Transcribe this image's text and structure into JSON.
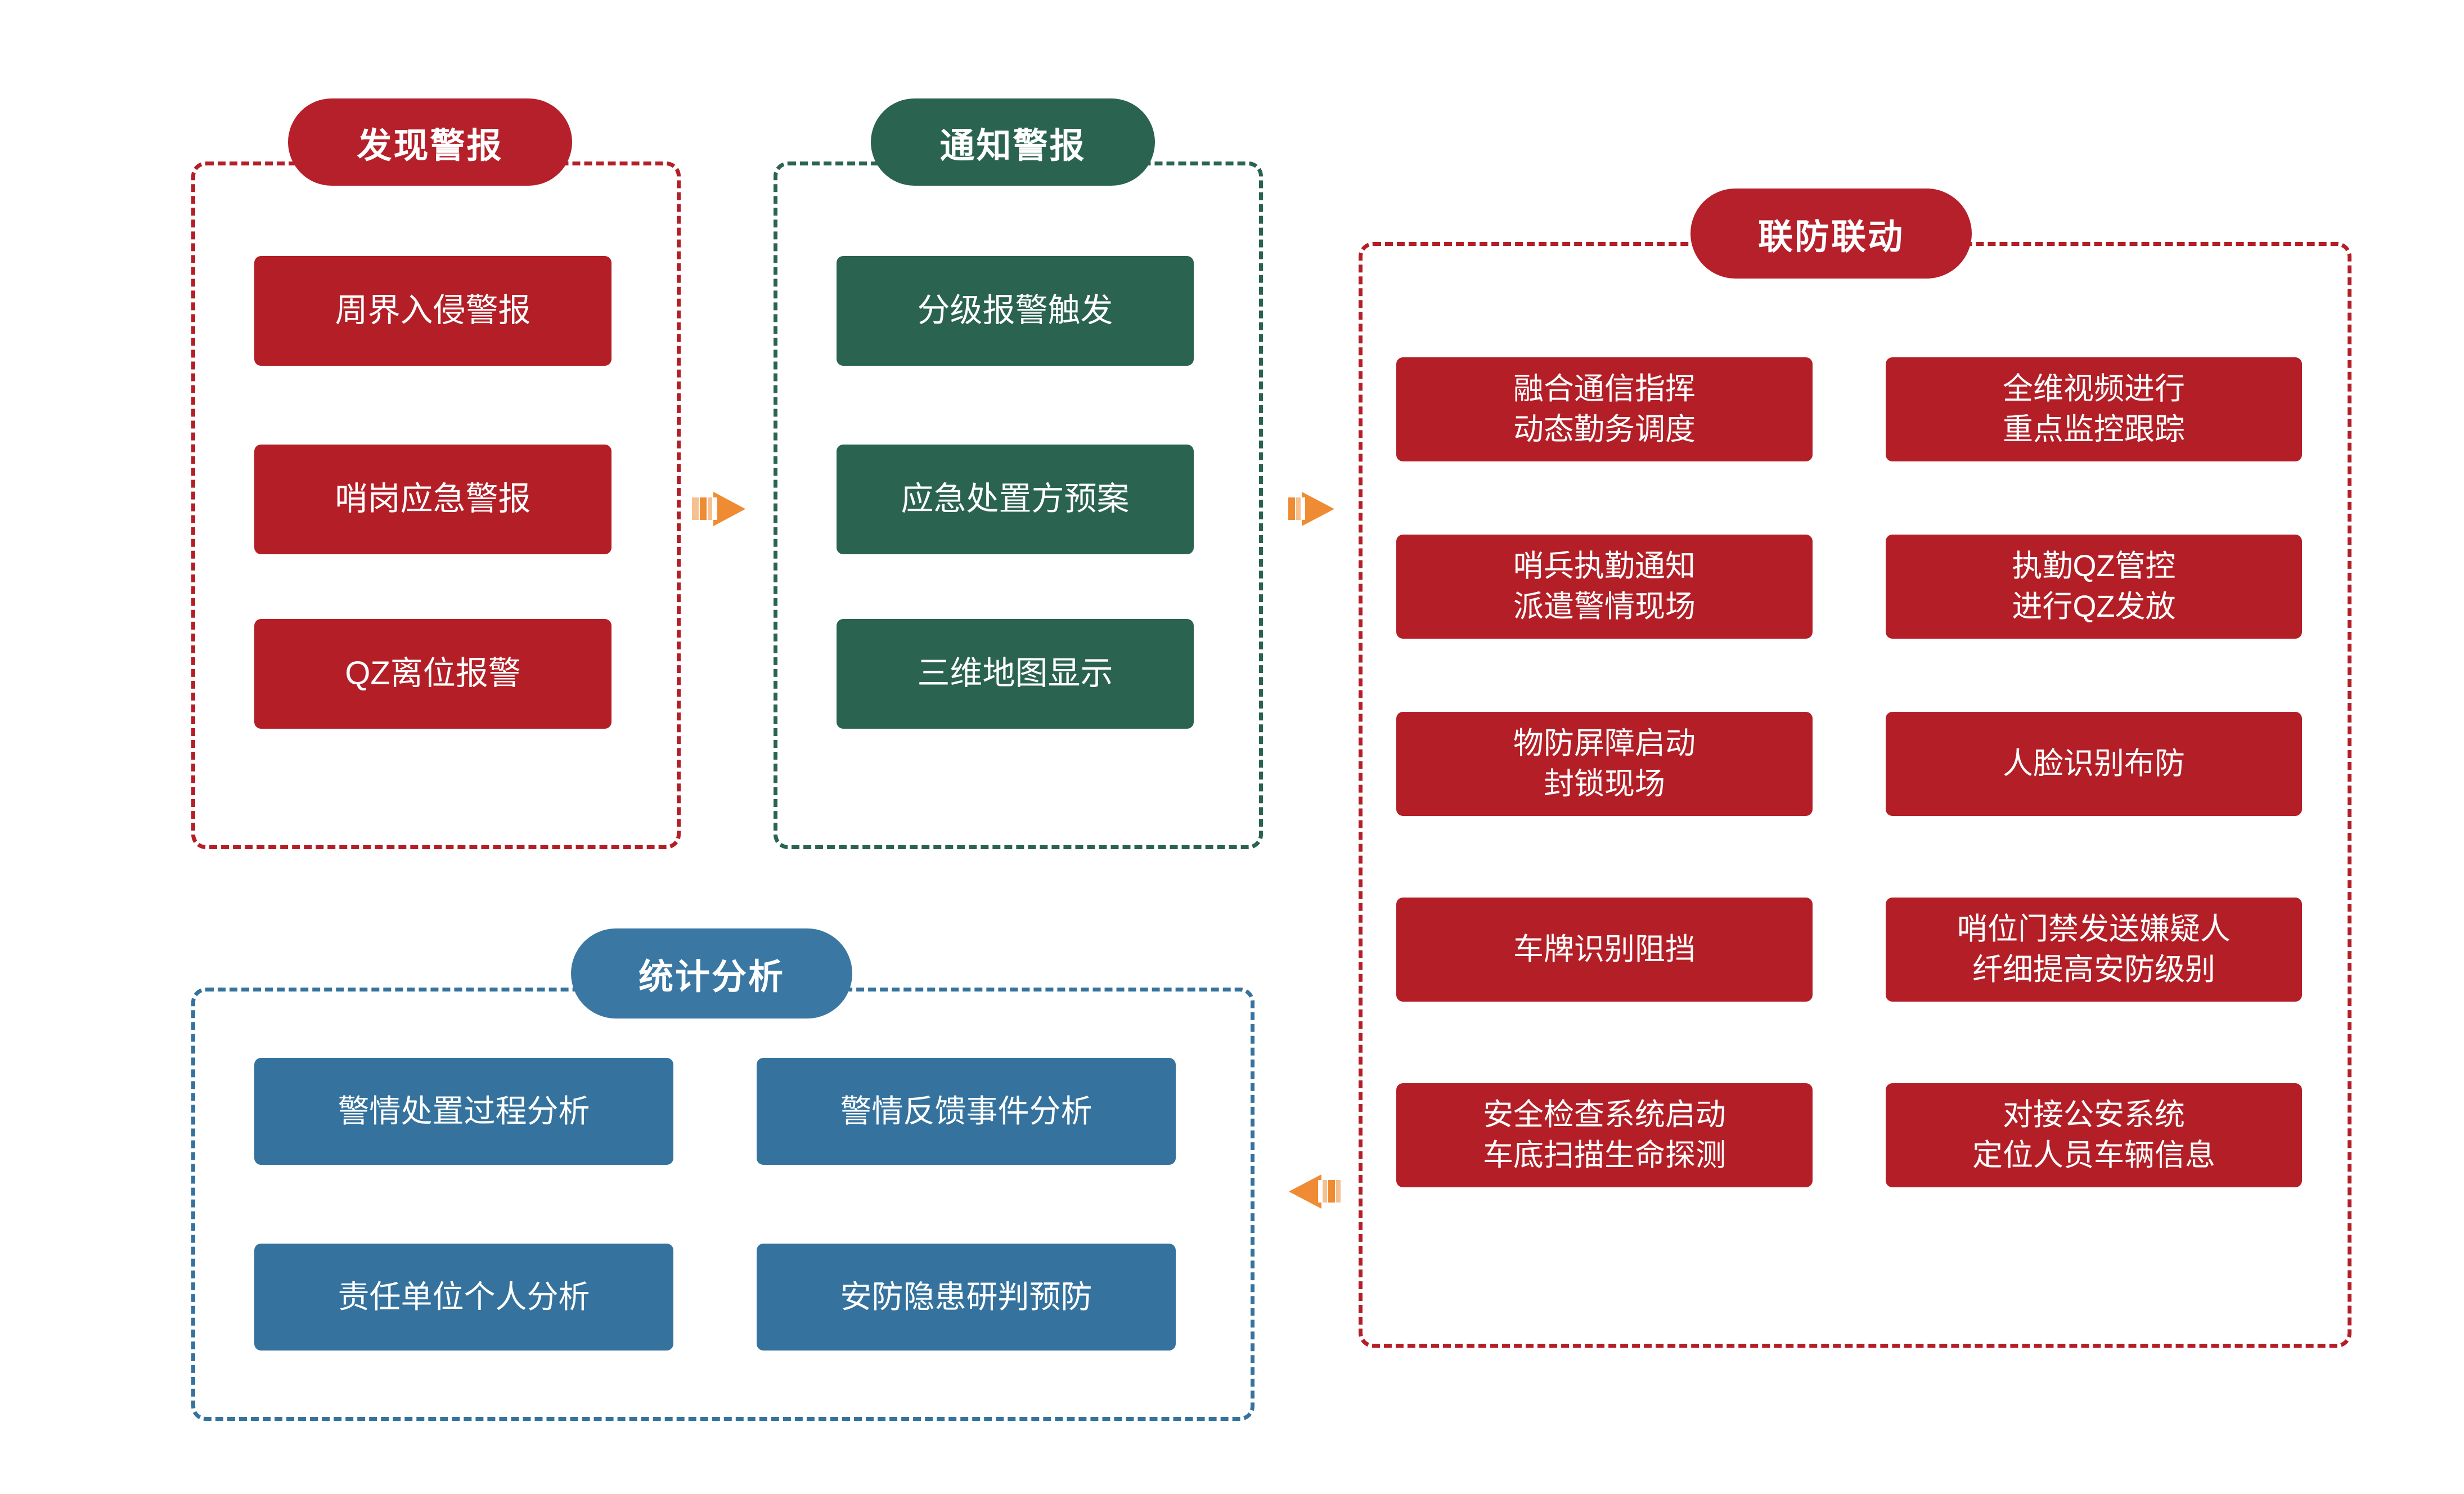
{
  "diagram": {
    "title_semantics": "security-alarm-workflow-diagram",
    "accent_colors": {
      "red": "#B41F27",
      "red_pill": "#B5202A",
      "green": "#2B6351",
      "blue": "#35739E",
      "blue_pill": "#3A78A3",
      "arrow_orange": "#EF8B33",
      "arrow_orange_light": "#F7C08F",
      "background": "#FFFFFF"
    }
  },
  "groups": {
    "discover": {
      "header": "发现警报",
      "color": "red",
      "cards": [
        {
          "text": "周界入侵警报"
        },
        {
          "text": "哨岗应急警报"
        },
        {
          "text": "QZ离位报警"
        }
      ]
    },
    "notify": {
      "header": "通知警报",
      "color": "green",
      "cards": [
        {
          "text": "分级报警触发"
        },
        {
          "text": "应急处置方预案"
        },
        {
          "text": "三维地图显示"
        }
      ]
    },
    "joint_defense": {
      "header": "联防联动",
      "color": "red",
      "cards_left": [
        {
          "line1": "融合通信指挥",
          "line2": "动态勤务调度"
        },
        {
          "line1": "哨兵执勤通知",
          "line2": "派遣警情现场"
        },
        {
          "line1": "物防屏障启动",
          "line2": "封锁现场"
        },
        {
          "line1": "车牌识别阻挡",
          "line2": ""
        },
        {
          "line1": "安全检查系统启动",
          "line2": "车底扫描生命探测"
        }
      ],
      "cards_right": [
        {
          "line1": "全维视频进行",
          "line2": "重点监控跟踪"
        },
        {
          "line1": "执勤QZ管控",
          "line2": "进行QZ发放"
        },
        {
          "line1": "人脸识别布防",
          "line2": ""
        },
        {
          "line1": "哨位门禁发送嫌疑人",
          "line2": "纤细提高安防级别"
        },
        {
          "line1": "对接公安系统",
          "line2": "定位人员车辆信息"
        }
      ]
    },
    "statistics": {
      "header": "统计分析",
      "color": "blue",
      "cards": [
        {
          "text": "警情处置过程分析"
        },
        {
          "text": "警情反馈事件分析"
        },
        {
          "text": "责任单位个人分析"
        },
        {
          "text": "安防隐患研判预防"
        }
      ]
    }
  },
  "arrows": [
    {
      "name": "arrow-discover-to-notify",
      "direction": "right"
    },
    {
      "name": "arrow-notify-to-joint-defense",
      "direction": "right"
    },
    {
      "name": "arrow-joint-defense-to-statistics",
      "direction": "left"
    }
  ]
}
